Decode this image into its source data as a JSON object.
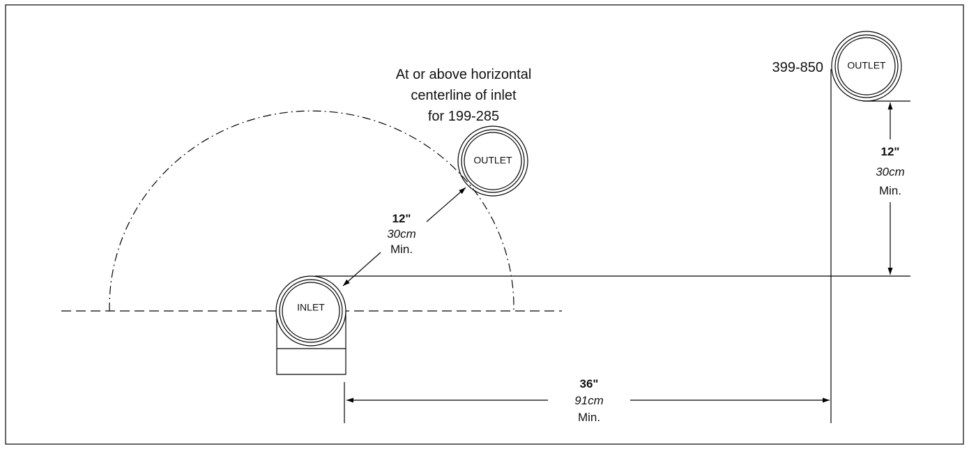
{
  "note": {
    "line1": "At or above horizontal",
    "line2": "centerline of inlet",
    "line3": "for 199-285"
  },
  "model_label": "399-850",
  "inlet_label": "INLET",
  "outlet_label": "OUTLET",
  "dim_diagonal": {
    "imperial": "12\"",
    "metric": "30cm",
    "qualifier": "Min."
  },
  "dim_vertical": {
    "imperial": "12\"",
    "metric": "30cm",
    "qualifier": "Min."
  },
  "dim_horizontal": {
    "imperial": "36\"",
    "metric": "91cm",
    "qualifier": "Min."
  },
  "colors": {
    "line": "#000000",
    "background": "#ffffff"
  }
}
